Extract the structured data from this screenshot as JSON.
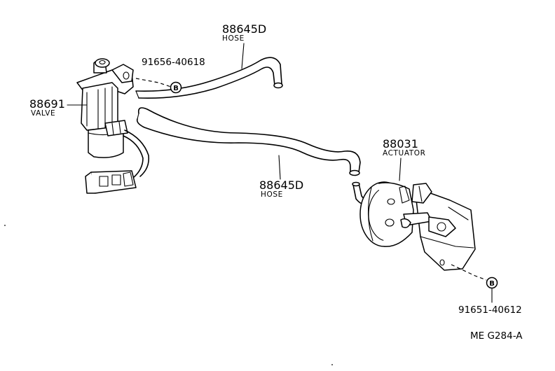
{
  "diagram_code": "ME G284-A",
  "parts": {
    "valve": {
      "number": "88691",
      "name": "VALVE"
    },
    "hose_upper": {
      "number": "88645D",
      "name": "HOSE"
    },
    "hose_lower": {
      "number": "88645D",
      "name": "HOSE"
    },
    "actuator": {
      "number": "88031",
      "name": "ACTUATOR"
    }
  },
  "fasteners": {
    "upper": {
      "number": "91656-40618",
      "ref": "B"
    },
    "lower": {
      "number": "91651-40612",
      "ref": "B"
    }
  }
}
